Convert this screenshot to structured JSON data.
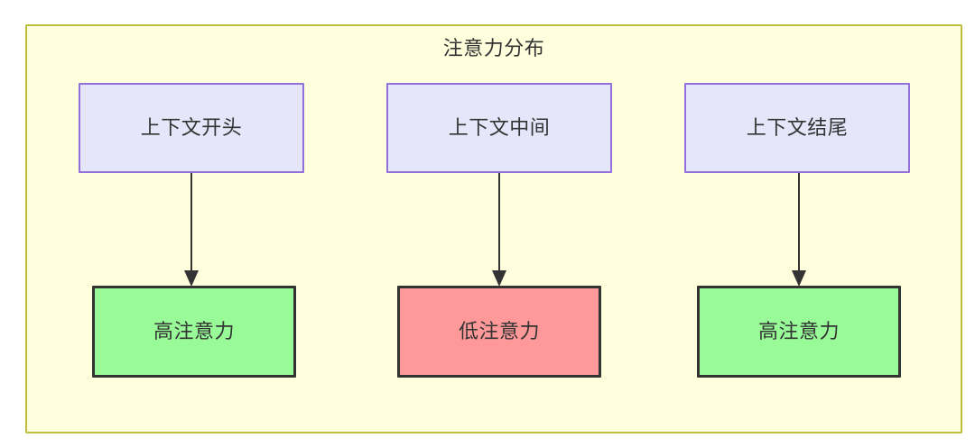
{
  "diagram": {
    "title": "注意力分布",
    "colors": {
      "cluster_bg": "#ffffde",
      "cluster_border": "#bfbf3f",
      "top_node_bg": "#e6e6fa",
      "top_node_border": "#9370db",
      "high_attention_bg": "#98fb98",
      "low_attention_bg": "#ff9999",
      "node_border_dark": "#333333",
      "edge": "#333333",
      "text": "#333333"
    },
    "top_nodes": [
      {
        "label": "上下文开头"
      },
      {
        "label": "上下文中间"
      },
      {
        "label": "上下文结尾"
      }
    ],
    "bottom_nodes": [
      {
        "label": "高注意力",
        "level": "high"
      },
      {
        "label": "低注意力",
        "level": "low"
      },
      {
        "label": "高注意力",
        "level": "high"
      }
    ],
    "edges": [
      {
        "from": "上下文开头",
        "to": "高注意力"
      },
      {
        "from": "上下文中间",
        "to": "低注意力"
      },
      {
        "from": "上下文结尾",
        "to": "高注意力"
      }
    ]
  }
}
